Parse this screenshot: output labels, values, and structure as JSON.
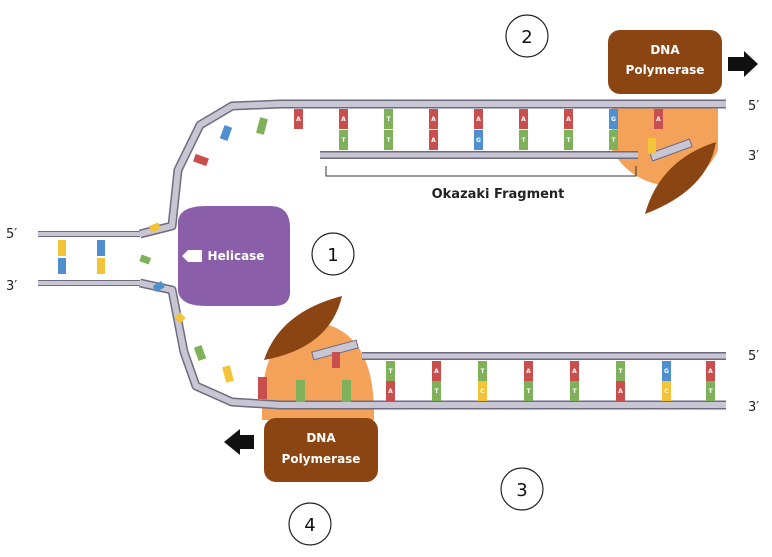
{
  "strand_labels": {
    "top_left_5": "5′",
    "top_left_3": "3′",
    "upper_right_5": "5′",
    "upper_right_3": "3′",
    "lower_right_5": "5′",
    "lower_right_3": "3′"
  },
  "helicase": {
    "label": "Helicase",
    "color": "#8a5ea8"
  },
  "polymerase_top": {
    "line1": "DNA",
    "line2": "Polymerase"
  },
  "polymerase_bottom": {
    "line1": "DNA",
    "line2": "Polymerase"
  },
  "okazaki": {
    "label": "Okazaki Fragment"
  },
  "markers": [
    "1",
    "2",
    "3",
    "4"
  ],
  "upper_template_bases": [
    "A",
    "A",
    "T",
    "A",
    "A",
    "A",
    "A",
    "G",
    "A"
  ],
  "upper_new_bases": [
    "T",
    "T",
    "A",
    "G",
    "T",
    "T",
    "T"
  ],
  "lower_template_bases": [
    "T",
    "A",
    "T",
    "A",
    "A",
    "T",
    "G",
    "A"
  ],
  "lower_new_bases": [
    "A",
    "T",
    "C",
    "T",
    "T",
    "A",
    "C",
    "T"
  ],
  "colors": {
    "backbone": "#c9c6d4",
    "backbone_edge": "#6e6a80",
    "polymerase": "#8b4513",
    "polymerase_body": "#f4a25a",
    "base_A": "#c94f4f",
    "base_T": "#7fb05a",
    "base_G": "#4f8fcf",
    "base_C": "#f3c43a"
  }
}
